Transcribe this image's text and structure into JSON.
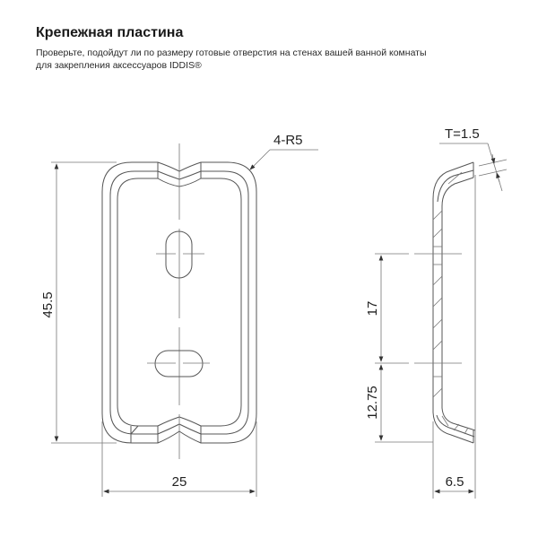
{
  "header": {
    "title": "Крепежная пластина",
    "description_line1": "Проверьте, подойдут ли по размеру готовые отверстия на стенах вашей ванной комнаты",
    "description_line2": "для закрепления аксессуаров IDDIS®"
  },
  "front_view": {
    "height_dim": "45.5",
    "width_dim": "25",
    "radius_callout": "4-R5"
  },
  "side_view": {
    "thickness_callout": "T=1.5",
    "hole_spacing_dim": "17",
    "bottom_offset_dim": "12.75",
    "depth_dim": "6.5"
  },
  "colors": {
    "line": "#555555",
    "text": "#1a1a1a"
  }
}
